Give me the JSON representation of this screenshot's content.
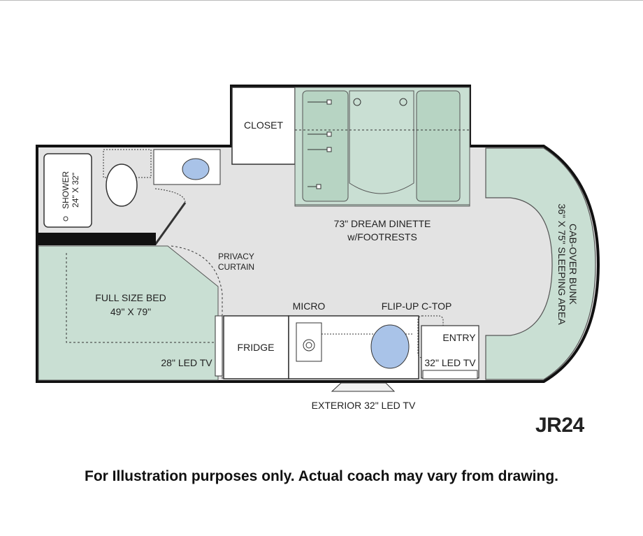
{
  "plan": {
    "labels": {
      "closet": "CLOSET",
      "dinette_1": "73\" DREAM DINETTE",
      "dinette_2": "w/FOOTRESTS",
      "shower_1": "SHOWER",
      "shower_2": "24\" X 32\"",
      "privacy_1": "PRIVACY",
      "privacy_2": "CURTAIN",
      "bed_1": "FULL SIZE BED",
      "bed_2": "49\" X 79\"",
      "micro": "MICRO",
      "flip_up": "FLIP-UP C-TOP",
      "fridge": "FRIDGE",
      "entry": "ENTRY",
      "led_tv_32": "32\" LED TV",
      "led_tv_28": "28\" LED TV",
      "cab_1": "CAB-OVER BUNK",
      "cab_2": "36\" X 75\" SLEEPING AREA",
      "exterior_tv": "EXTERIOR 32\" LED TV"
    },
    "colors": {
      "wall": "#111111",
      "floor": "#e3e3e3",
      "furniture": "#c9dfd3",
      "cushion": "#b7d4c3",
      "sink": "#a9c3e8"
    }
  },
  "model_name": "JR24",
  "disclaimer": "For Illustration purposes only.  Actual coach may vary from drawing."
}
